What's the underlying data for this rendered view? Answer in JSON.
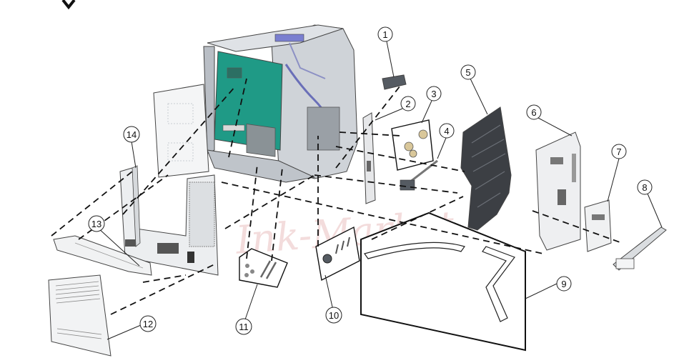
{
  "watermark": "Ink-Market",
  "callouts": [
    {
      "label": "1"
    },
    {
      "label": "2"
    },
    {
      "label": "3"
    },
    {
      "label": "4"
    },
    {
      "label": "5"
    },
    {
      "label": "6"
    },
    {
      "label": "7"
    },
    {
      "label": "8"
    },
    {
      "label": "9"
    },
    {
      "label": "10"
    },
    {
      "label": "11"
    },
    {
      "label": "12"
    },
    {
      "label": "13"
    },
    {
      "label": "14"
    }
  ],
  "colors": {
    "board_green": "#1f9a86",
    "frame_gray": "#cfd3d8",
    "panel_gray": "#e9eaec",
    "dark_part": "#3c3f44",
    "watermark": "#f3dcdc"
  }
}
